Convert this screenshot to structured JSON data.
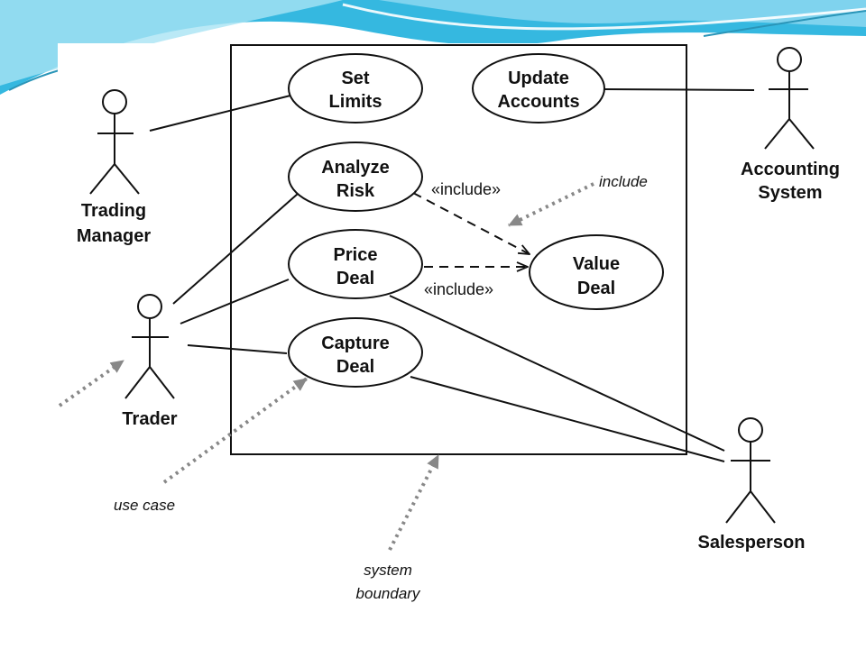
{
  "theme": {
    "accent": "#35b8e0",
    "accent_light": "#a9e4f4",
    "line": "#111111",
    "pointer": "#888888"
  },
  "use_cases": {
    "set_limits": [
      "Set",
      "Limits"
    ],
    "update_accounts": [
      "Update",
      "Accounts"
    ],
    "analyze_risk": [
      "Analyze",
      "Risk"
    ],
    "price_deal": [
      "Price",
      "Deal"
    ],
    "value_deal": [
      "Value",
      "Deal"
    ],
    "capture_deal": [
      "Capture",
      "Deal"
    ]
  },
  "actors": {
    "trading_manager": [
      "Trading",
      "Manager"
    ],
    "accounting_system": [
      "Accounting",
      "System"
    ],
    "trader": [
      "Trader"
    ],
    "salesperson": [
      "Salesperson"
    ]
  },
  "relations": {
    "include_1": "«include»",
    "include_2": "«include»"
  },
  "annotations": {
    "include": "include",
    "use_case": "use case",
    "system_boundary": [
      "system",
      "boundary"
    ]
  }
}
